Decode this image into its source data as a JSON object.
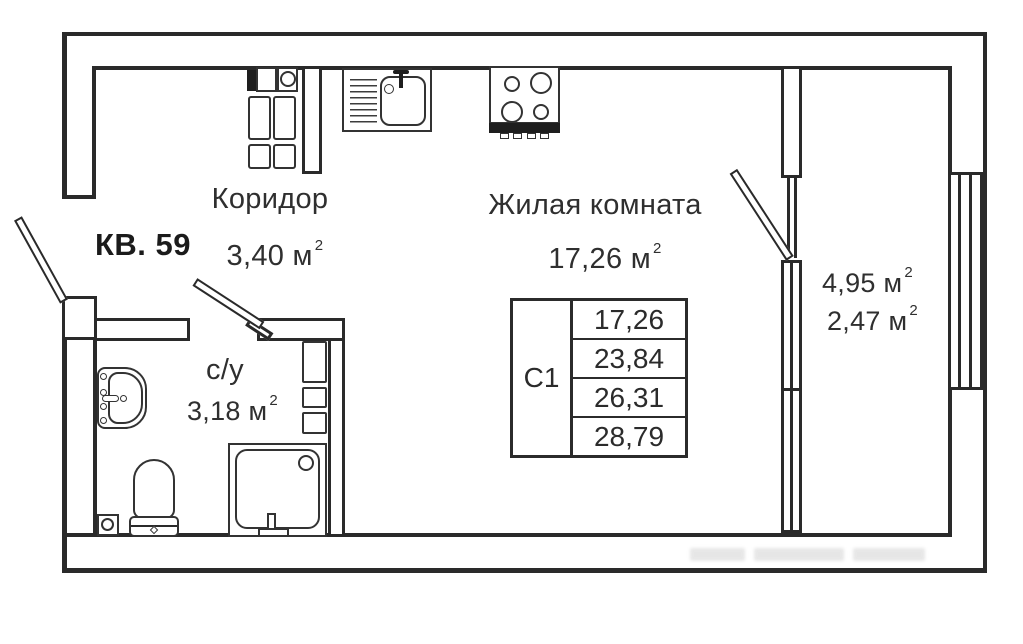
{
  "apartment": {
    "label": "КВ. 59"
  },
  "rooms": {
    "corridor": {
      "name": "Коридор",
      "area": "3,40 м",
      "sup": "2"
    },
    "living": {
      "name": "Жилая комната",
      "area": "17,26 м",
      "sup": "2"
    },
    "bathroom": {
      "name": "с/у",
      "area": "3,18 м",
      "sup": "2"
    },
    "balcony": {
      "area_total": "4,95 м",
      "area_total_sup": "2",
      "area_reduced": "2,47 м",
      "area_reduced_sup": "2"
    }
  },
  "unit_table": {
    "type_label": "С1",
    "areas": [
      "17,26",
      "23,84",
      "26,31",
      "28,79"
    ]
  },
  "colors": {
    "wall": "#2a2a2a",
    "text": "#2f2f2f",
    "background": "#ffffff"
  }
}
